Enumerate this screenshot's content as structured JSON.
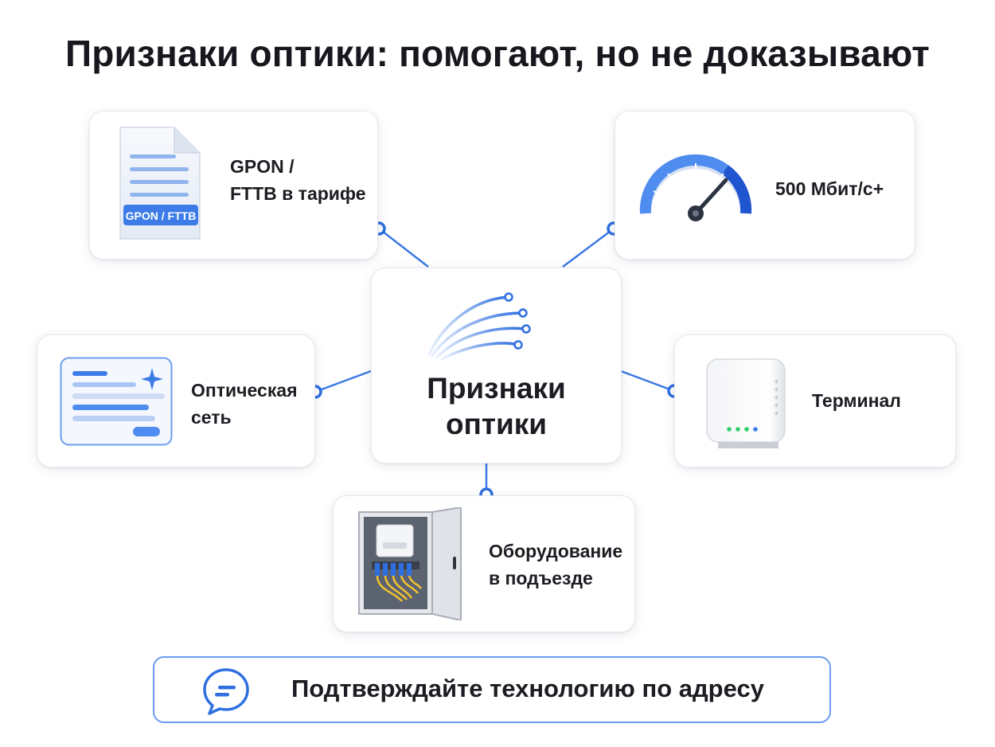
{
  "title": "Признаки оптики: помогают, но не доказывают",
  "center": {
    "line1": "Признаки",
    "line2": "оптики"
  },
  "cards": {
    "tariff": {
      "line1": "GPON /",
      "line2": "FTTB в тарифе",
      "doc_badge": "GPON / FTTB",
      "icon": "document-icon"
    },
    "speed": {
      "text": "500 Мбит/с+",
      "icon": "speedometer-icon"
    },
    "network": {
      "line1": "Оптическая",
      "line2": "сеть",
      "icon": "webpage-icon"
    },
    "terminal": {
      "text": "Терминал",
      "icon": "router-icon"
    },
    "equipment": {
      "line1": "Оборудование",
      "line2": "в подъезде",
      "icon": "cabinet-icon"
    }
  },
  "footer": {
    "text": "Подтверждайте технологию по адресу",
    "icon": "chat-bubble-icon"
  },
  "colors": {
    "accent": "#2f6fe0",
    "line": "#3a78e6",
    "led": "#2fd06a",
    "cable": "#f2c230"
  }
}
